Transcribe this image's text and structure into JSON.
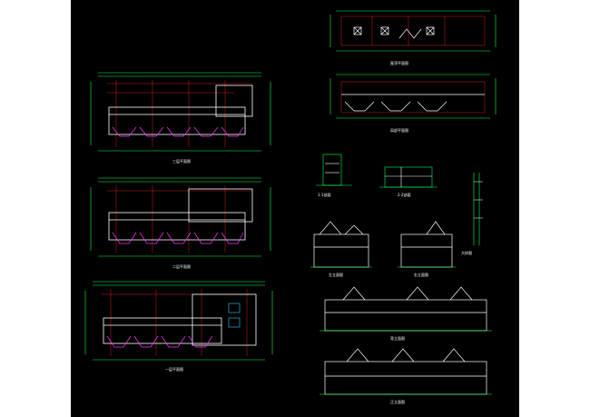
{
  "drawing": {
    "background": "#000000",
    "page_background": "#ffffff",
    "line_colors": {
      "grid": "#ff2a2a",
      "dimension": "#00ff55",
      "wall": "#ffffff",
      "detail": "#ff33ff",
      "annotation": "#ffff33",
      "fixture": "#33ccff"
    },
    "floor_plans": [
      {
        "id": "plan-3",
        "caption": "三层平面图"
      },
      {
        "id": "plan-2",
        "caption": "二层平面图"
      },
      {
        "id": "plan-1",
        "caption": "一层平面图"
      }
    ],
    "right_plans": [
      {
        "id": "roof-plan",
        "caption": "屋顶平面图"
      },
      {
        "id": "plan-4",
        "caption": "局部平面图"
      }
    ],
    "sections": [
      {
        "id": "section-1",
        "caption": "1-1剖面"
      },
      {
        "id": "section-2",
        "caption": "2-2剖面"
      },
      {
        "id": "detail",
        "caption": "大样图"
      }
    ],
    "elevations": [
      {
        "id": "side-elev-left",
        "caption": "左立面图"
      },
      {
        "id": "side-elev-right",
        "caption": "右立面图"
      },
      {
        "id": "rear-elev",
        "caption": "背立面图"
      },
      {
        "id": "front-elev",
        "caption": "正立面图"
      }
    ]
  }
}
